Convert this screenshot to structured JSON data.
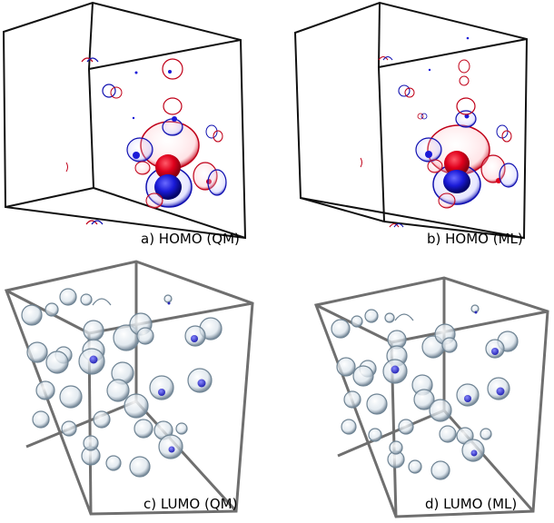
{
  "figure": {
    "panels": [
      {
        "id": "a",
        "caption": "a) HOMO (QM)",
        "kind": "homo"
      },
      {
        "id": "b",
        "caption": "b) HOMO (ML)",
        "kind": "homo"
      },
      {
        "id": "c",
        "caption": "c) LUMO (QM)",
        "kind": "lumo"
      },
      {
        "id": "d",
        "caption": "d) LUMO (ML)",
        "kind": "lumo"
      }
    ],
    "colors": {
      "positive_lobe": "#e0001c",
      "negative_lobe": "#1a1ad8",
      "isosurface_shell": "#8aa0b0",
      "lumo_core": "#4b4bd6",
      "box_edge_homo": "#111111",
      "box_edge_lumo": "#777777"
    }
  }
}
